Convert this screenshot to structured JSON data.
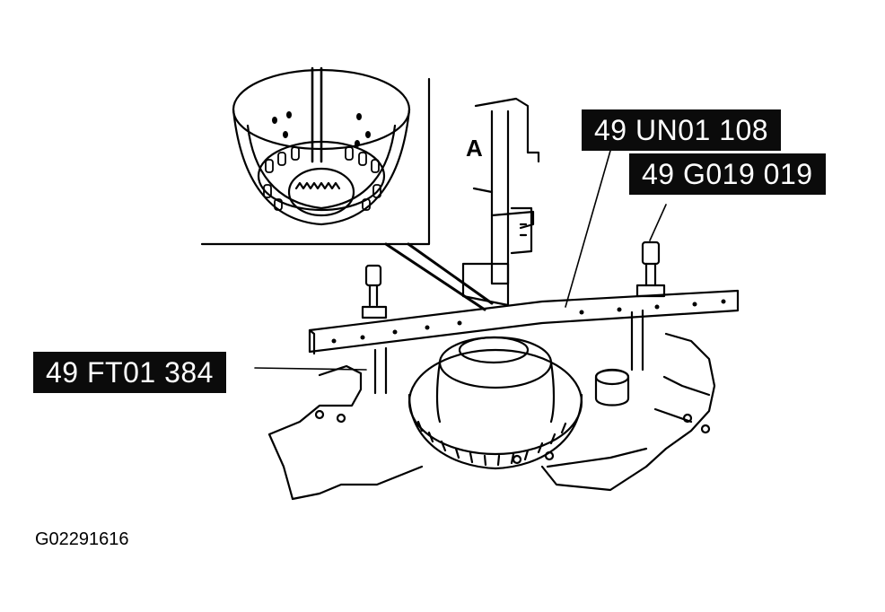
{
  "callouts": {
    "tool_un01": "49 UN01 108",
    "tool_g019": "49 G019 019",
    "tool_ft01": "49 FT01 384"
  },
  "view_letter": "A",
  "figure_code": "G02291616",
  "colors": {
    "ink": "#000000",
    "paper": "#ffffff",
    "label_bg": "#0b0b0b",
    "label_text": "#ffffff"
  }
}
